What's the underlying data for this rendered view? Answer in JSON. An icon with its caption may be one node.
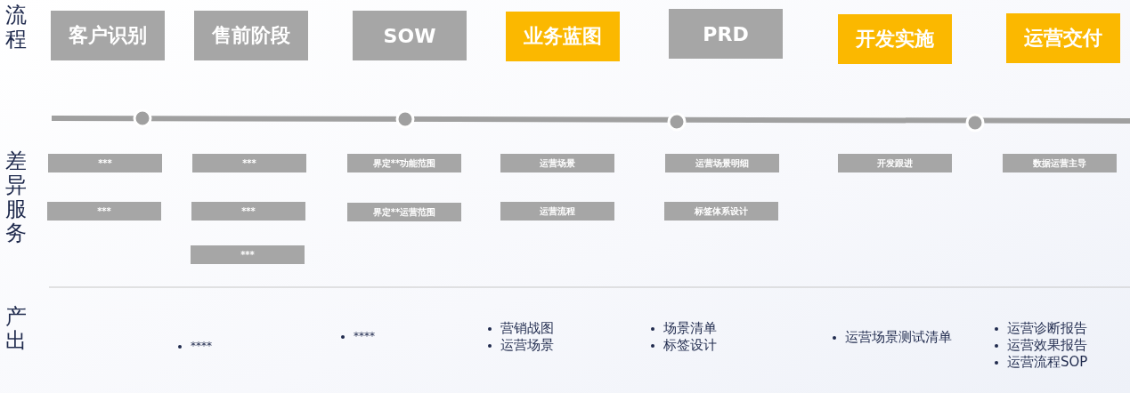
{
  "diagram": {
    "nodes": [
      {
        "text": [
          "客户识别"
        ]
      },
      {
        "text": [
          "售前阶段"
        ]
      },
      {
        "text": [
          "SOW"
        ]
      },
      {
        "text": [
          "业务蓝图"
        ]
      },
      {
        "text": [
          "PRD"
        ]
      },
      {
        "text": [
          "开发实施"
        ]
      },
      {
        "text": [
          "运营交付"
        ]
      },
      {
        "text": [
          "***"
        ]
      },
      {
        "text": [
          "***"
        ]
      },
      {
        "text": [
          "***"
        ]
      },
      {
        "text": [
          "***"
        ]
      },
      {
        "text": [
          "***"
        ]
      },
      {
        "text": [
          "界定**功能范围"
        ]
      },
      {
        "text": [
          "界定**运营范围"
        ]
      },
      {
        "text": [
          "运营场景"
        ]
      },
      {
        "text": [
          "运营流程"
        ]
      },
      {
        "text": [
          "运营场景明细"
        ]
      },
      {
        "text": [
          "标签体系设计"
        ]
      },
      {
        "text": [
          "开发跟进"
        ]
      },
      {
        "text": [
          "数据运营主导"
        ]
      }
    ],
    "edges": [],
    "labels": [
      "流程",
      "差异服务",
      "产出",
      "****",
      "****",
      "营销战图",
      "运营场景",
      "场景清单",
      "标签设计",
      "运营场景测试清单",
      "运营诊断报告",
      "运营效果报告",
      "运营流程SOP"
    ]
  }
}
